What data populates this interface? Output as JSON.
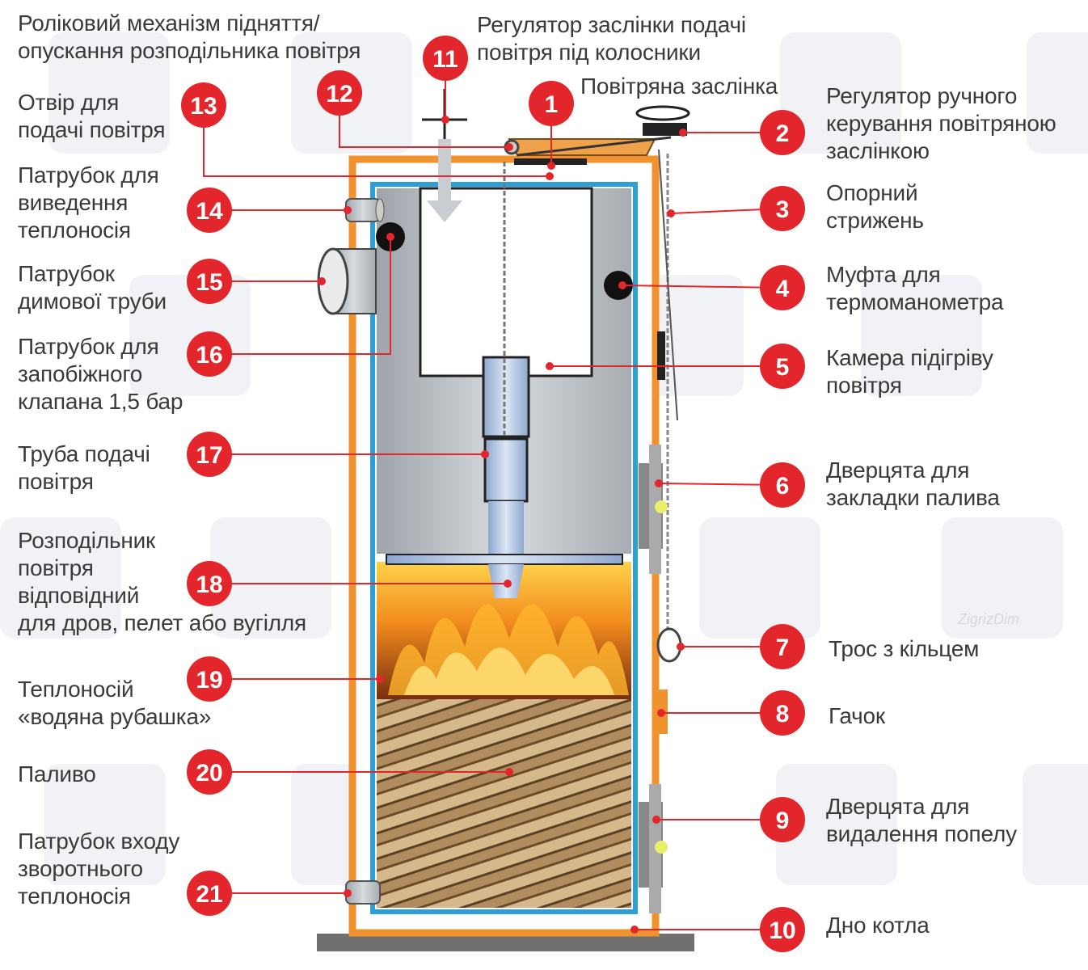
{
  "labels": {
    "l1": "Повітряна заслінка",
    "l2": "Регулятор ручного\nкерування повітряною\nзаслінкою",
    "l3": "Опорний\nстрижень",
    "l4": "Муфта для\nтермоманометра",
    "l5": "Камера підігріву\nповітря",
    "l6": "Дверцята для\nзакладки палива",
    "l7": "Трос з кільцем",
    "l8": "Гачок",
    "l9": "Дверцята для\nвидалення попелу",
    "l10": "Дно котла",
    "l11": "Регулятор заслінки подачі\nповітря під колосники",
    "l12": "Роліковий механізм  підняття/\nопускання розподільника повітря",
    "l13": "Отвір для\nподачі повітря",
    "l14": "Патрубок для\nвиведення\nтеплоносія",
    "l15": "Патрубок\nдимової труби",
    "l16": "Патрубок для\nзапобіжного\nклапана 1,5 бар",
    "l17": "Труба подачі\nповітря",
    "l18": "Розподільник\nповітря\nвідповідний\nдля дров, пелет або вугілля",
    "l19": "Теплоносій\n«водяна рубашка»",
    "l20": "Паливо",
    "l21": "Патрубок входу\nзворотнього\nтеплоносія"
  },
  "badges": [
    "1",
    "2",
    "3",
    "4",
    "5",
    "6",
    "7",
    "8",
    "9",
    "10",
    "11",
    "12",
    "13",
    "14",
    "15",
    "16",
    "17",
    "18",
    "19",
    "20",
    "21"
  ],
  "watermark": "ZigrizDim",
  "colors": {
    "badge": "#e3262b",
    "leader": "#e3262b",
    "jacket": "#f0922e",
    "water": "#2aa0d6",
    "steel": "#b9bec3",
    "pipe": "#b8cbe6"
  }
}
